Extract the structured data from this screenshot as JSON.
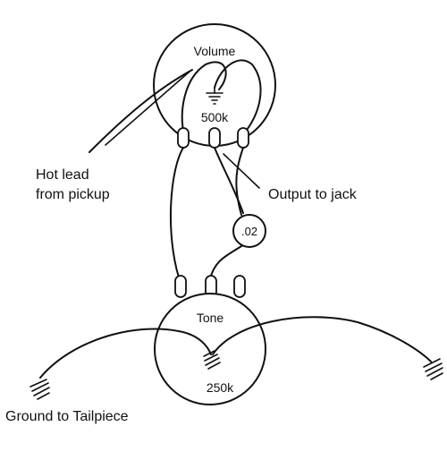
{
  "diagram": {
    "volume_pot": {
      "label": "Volume",
      "value": "500k"
    },
    "tone_pot": {
      "label": "Tone",
      "value": "250k"
    },
    "capacitor": {
      "value": ".02"
    },
    "annotations": {
      "hot_lead_line1": "Hot lead",
      "hot_lead_line2": "from pickup",
      "output": "Output to jack",
      "ground": "Ground to Tailpiece"
    },
    "colors": {
      "ink": "#111111",
      "paper": "#ffffff"
    }
  }
}
